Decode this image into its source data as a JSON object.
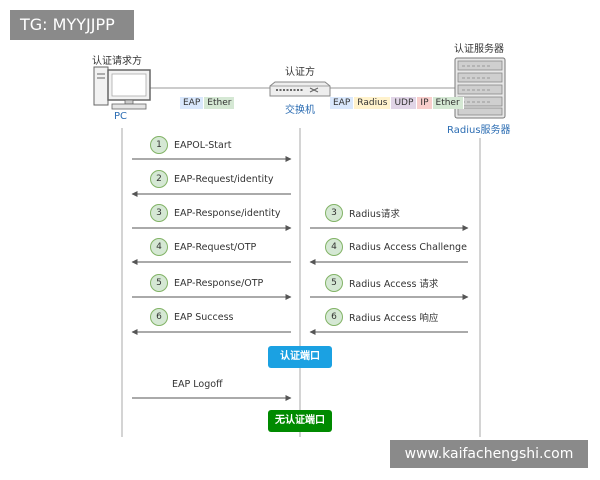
{
  "tag": "TG: MYYJJPP",
  "watermark": "www.kaifachengshi.com",
  "colors": {
    "start_badge": "#1ba1e2",
    "end_badge": "#008a00",
    "step_circle": "#d5e8d4",
    "eap_cell": "#dae8fc",
    "ether_cell": "#d5e8d4",
    "radius_cell": "#fff2cc",
    "udp_cell": "#e1d5e7",
    "ip_cell": "#f8cecc"
  },
  "nodes": {
    "pc": {
      "top_label": "认证请求方",
      "bottom_label": "PC",
      "icon": "desktop-computer-icon"
    },
    "switch": {
      "top_label": "认证方",
      "bottom_label": "交换机",
      "icon": "network-switch-icon"
    },
    "server": {
      "top_label": "认证服务器",
      "bottom_label": "Radius服务器",
      "icon": "server-rack-icon"
    }
  },
  "stacks": {
    "left": [
      "EAP",
      "Ether"
    ],
    "right": [
      "EAP",
      "Radius",
      "UDP",
      "IP",
      "Ether"
    ]
  },
  "left_steps": [
    {
      "num": "1",
      "label": "EAPOL-Start"
    },
    {
      "num": "2",
      "label": "EAP-Request/identity"
    },
    {
      "num": "3",
      "label": "EAP-Response/identity"
    },
    {
      "num": "4",
      "label": "EAP-Request/OTP"
    },
    {
      "num": "5",
      "label": "EAP-Response/OTP"
    },
    {
      "num": "6",
      "label": "EAP Success"
    }
  ],
  "right_steps": [
    {
      "num": "3",
      "label": "Radius请求"
    },
    {
      "num": "4",
      "label": "Radius Access Challenge"
    },
    {
      "num": "5",
      "label": "Radius Access 请求"
    },
    {
      "num": "6",
      "label": "Radius Access 响应"
    }
  ],
  "badges": {
    "authorized": "认证端口",
    "unauthorized": "无认证端口"
  },
  "logoff": "EAP Logoff"
}
